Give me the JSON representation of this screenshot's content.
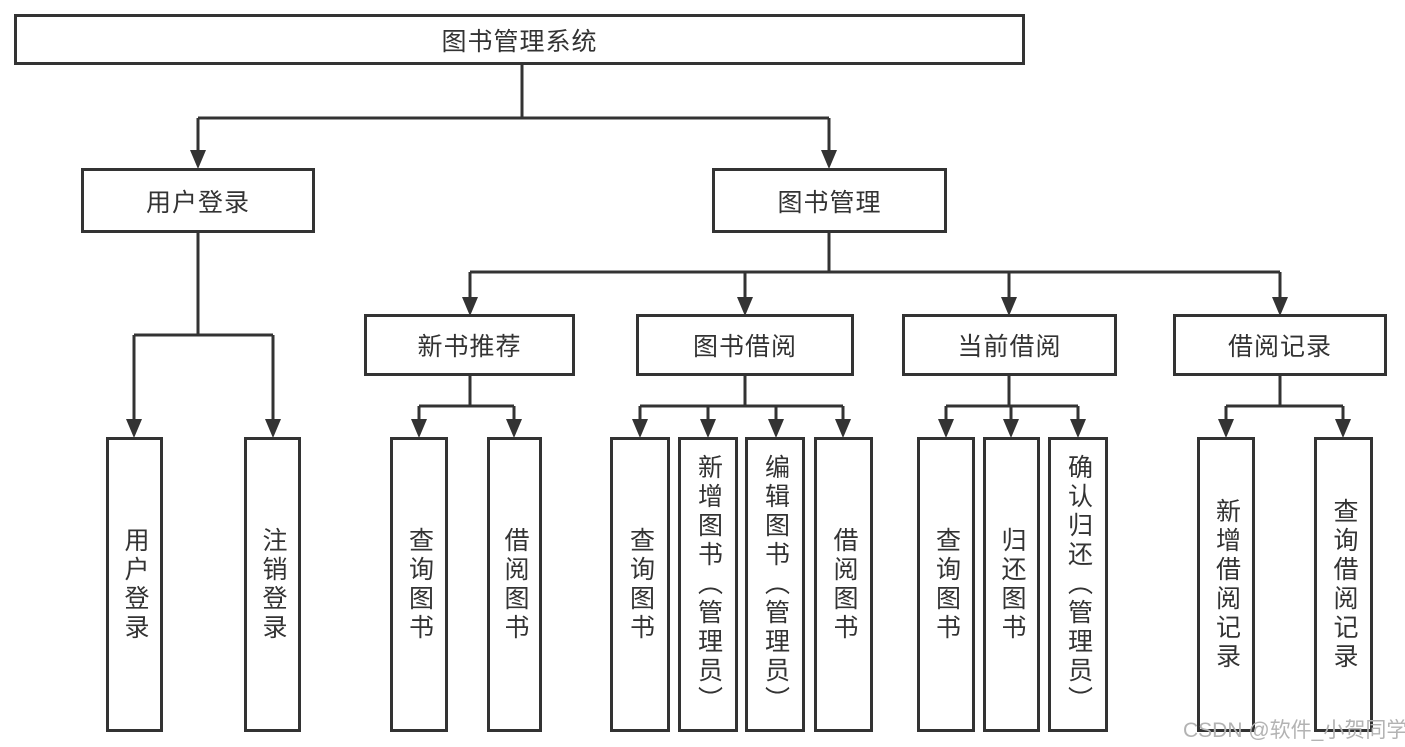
{
  "tree": {
    "root": "图书管理系统",
    "branches": [
      {
        "label": "用户登录",
        "children": [
          "用户登录",
          "注销登录"
        ]
      },
      {
        "label": "图书管理",
        "groups": [
          {
            "label": "新书推荐",
            "children": [
              "查询图书",
              "借阅图书"
            ]
          },
          {
            "label": "图书借阅",
            "children": [
              "查询图书",
              "新增图书（管理员）",
              "编辑图书（管理员）",
              "借阅图书"
            ]
          },
          {
            "label": "当前借阅",
            "children": [
              "查询图书",
              "归还图书",
              "确认归还（管理员）"
            ]
          },
          {
            "label": "借阅记录",
            "children": [
              "新增借阅记录",
              "查询借阅记录"
            ]
          }
        ]
      }
    ]
  },
  "watermark": {
    "text": "CSDN @软件_小贺同学",
    "color": "#b3b3b3"
  },
  "colors": {
    "line": "#333333",
    "box_border": "#333333",
    "text": "#333333",
    "background": "#ffffff"
  }
}
